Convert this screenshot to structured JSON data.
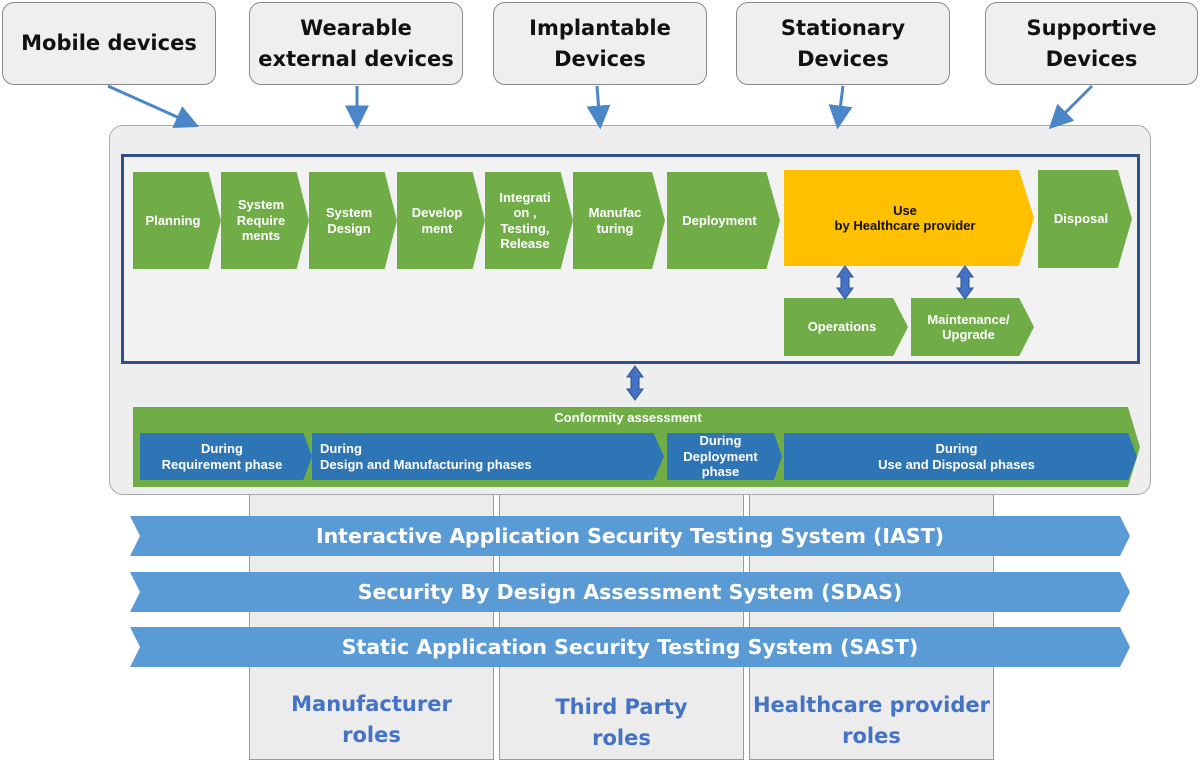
{
  "devices": [
    {
      "label": "Mobile devices"
    },
    {
      "label": "Wearable\nexternal devices"
    },
    {
      "label": "Implantable\nDevices"
    },
    {
      "label": "Stationary\nDevices"
    },
    {
      "label": "Supportive\nDevices"
    }
  ],
  "lifecycle": [
    {
      "label": "Planning"
    },
    {
      "label": "System\nRequire\nments"
    },
    {
      "label": "System\nDesign"
    },
    {
      "label": "Develop\nment"
    },
    {
      "label": "Integrati\non ,\nTesting,\nRelease"
    },
    {
      "label": "Manufac\nturing"
    },
    {
      "label": "Deployment"
    },
    {
      "label": "Use\nby Healthcare provider"
    },
    {
      "label": "Disposal"
    }
  ],
  "use_subphases": [
    {
      "label": "Operations"
    },
    {
      "label": "Maintenance/\nUpgrade"
    }
  ],
  "conformity": {
    "title": "Conformity assessment",
    "phases": [
      {
        "label": "During\nRequirement phase"
      },
      {
        "label": "During\nDesign and Manufacturing phases"
      },
      {
        "label": "During\nDeployment\nphase"
      },
      {
        "label": "During\nUse and Disposal phases"
      }
    ]
  },
  "systems": [
    {
      "label": "Interactive Application Security Testing System (IAST)"
    },
    {
      "label": "Security By Design Assessment System (SDAS)"
    },
    {
      "label": "Static Application Security Testing System (SAST)"
    }
  ],
  "roles": [
    {
      "label": "Manufacturer\nroles"
    },
    {
      "label": "Third Party\nroles"
    },
    {
      "label": "Healthcare provider\nroles"
    }
  ],
  "colors": {
    "green": "#70ad47",
    "yellow": "#ffc000",
    "dark_blue": "#2e75b6",
    "light_blue": "#5b9bd5",
    "role_text": "#4472c4",
    "frame": "#2f4f8a"
  }
}
